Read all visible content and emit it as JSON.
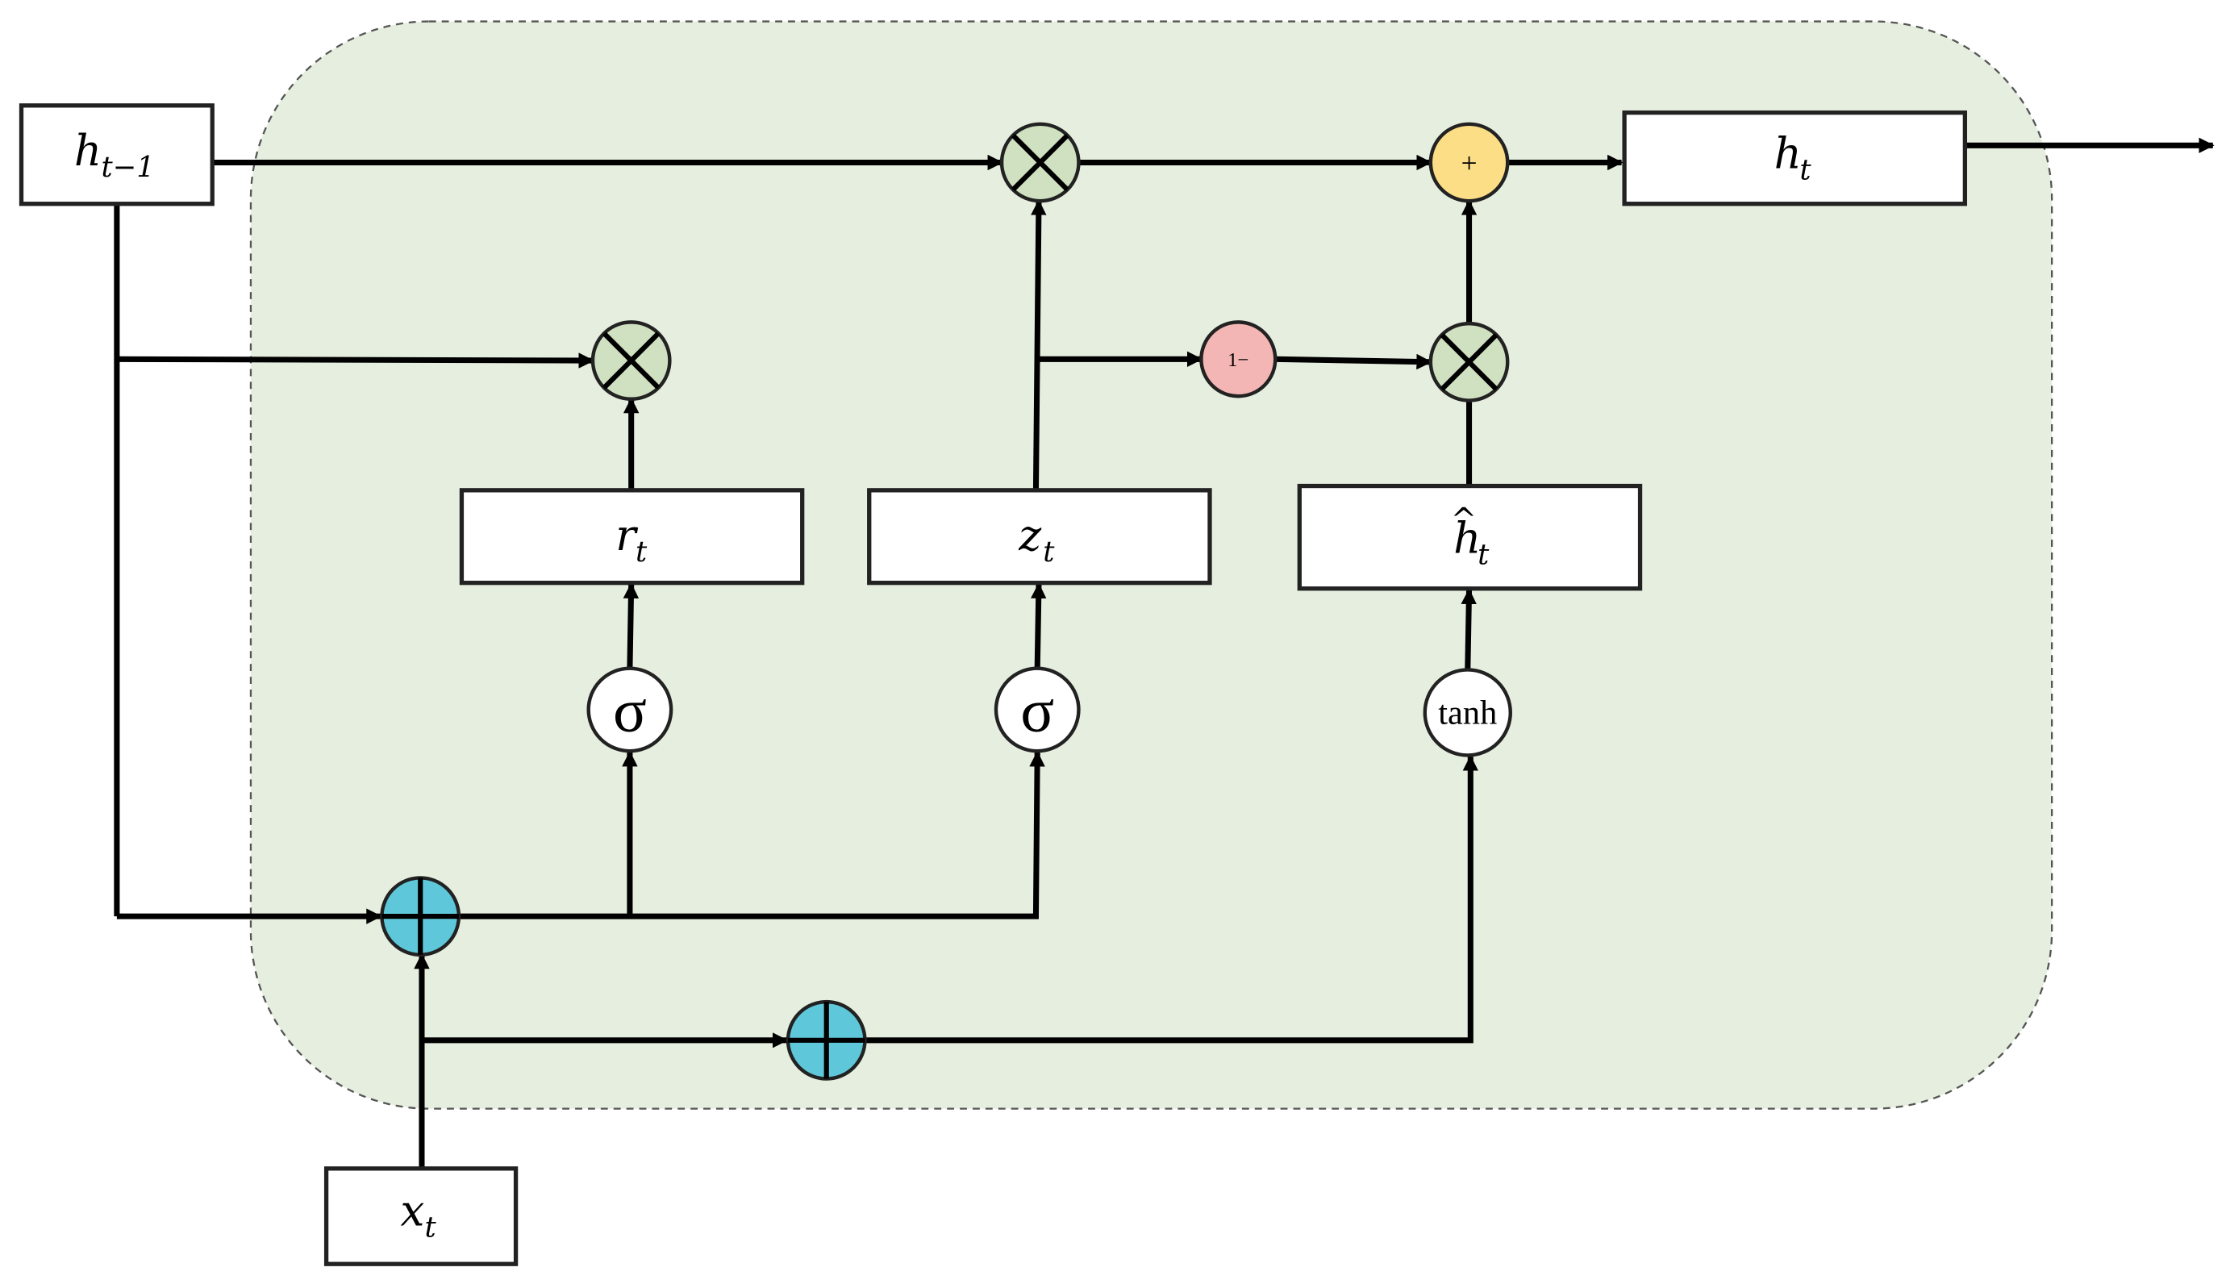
{
  "colors": {
    "cell_fill": "#e6efdf",
    "cell_border": "#555555",
    "multiply_op": "#cfe1c0",
    "concat_op": "#5ec8da",
    "add_op": "#fbde86",
    "one_minus_op": "#f3b6b4",
    "activation_op": "#ffffff"
  },
  "nodes": {
    "h_prev": {
      "base": "h",
      "sub": "t−1"
    },
    "h_out": {
      "base": "h",
      "sub": "t"
    },
    "x_in": {
      "base": "x",
      "sub": "t"
    },
    "reset_gate": {
      "base": "r",
      "sub": "t"
    },
    "update_gate": {
      "base": "z",
      "sub": "t"
    },
    "candidate": {
      "base": "h",
      "hat": "^",
      "sub": "t"
    }
  },
  "operators": {
    "sigma_reset": "σ",
    "sigma_update": "σ",
    "tanh": "tanh",
    "add": "+",
    "one_minus": "1−"
  },
  "icons": {
    "multiply": "circle-times-icon",
    "concat": "circle-plus-icon",
    "arrow": "arrowhead-icon"
  }
}
